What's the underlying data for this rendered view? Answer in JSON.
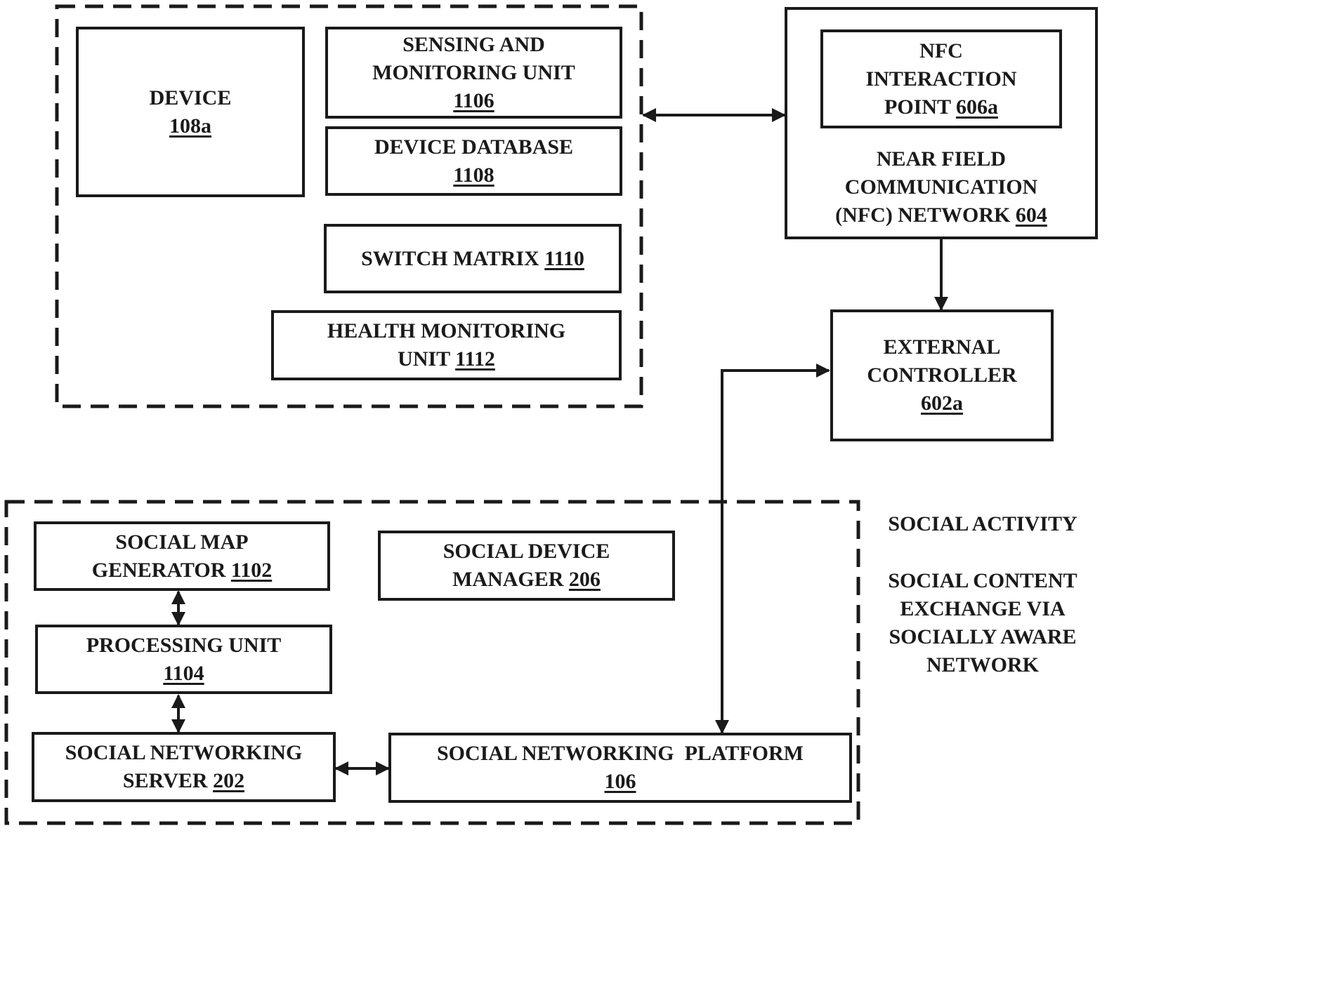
{
  "boxes": {
    "device": {
      "lines": [
        "DEVICE"
      ],
      "ref": "108a"
    },
    "sensing": {
      "lines": [
        "SENSING AND",
        "MONITORING UNIT"
      ],
      "ref": "1106"
    },
    "device_db": {
      "lines": [
        "DEVICE DATABASE"
      ],
      "ref": "1108"
    },
    "switch_matrix": {
      "text": "SWITCH MATRIX",
      "ref": "1110"
    },
    "health": {
      "lines": [
        "HEALTH MONITORING"
      ],
      "prefix": "UNIT",
      "ref": "1112"
    },
    "nfc_point": {
      "lines": [
        "NFC",
        "INTERACTION"
      ],
      "prefix": "POINT",
      "ref": "606a"
    },
    "nfc_network": {
      "lines": [
        "NEAR FIELD",
        "COMMUNICATION"
      ],
      "prefix": "(NFC) NETWORK",
      "ref": "604"
    },
    "external_controller": {
      "lines": [
        "EXTERNAL",
        "CONTROLLER"
      ],
      "ref": "602a"
    },
    "social_map": {
      "lines": [
        "SOCIAL MAP"
      ],
      "prefix": "GENERATOR",
      "ref": "1102"
    },
    "social_device_mgr": {
      "lines": [
        "SOCIAL DEVICE"
      ],
      "prefix": "MANAGER",
      "ref": "206"
    },
    "processing": {
      "lines": [
        "PROCESSING UNIT"
      ],
      "ref": "1104"
    },
    "sn_server": {
      "lines": [
        "SOCIAL NETWORKING"
      ],
      "prefix": "SERVER",
      "ref": "202"
    },
    "sn_platform": {
      "lines": [
        "SOCIAL NETWORKING  PLATFORM"
      ],
      "ref": "106"
    }
  },
  "side_labels": {
    "social_activity": "SOCIAL ACTIVITY",
    "social_content": [
      "SOCIAL CONTENT",
      "EXCHANGE VIA",
      "SOCIALLY AWARE",
      "NETWORK"
    ]
  },
  "colors": {
    "ink": "#1a1a1a",
    "background": "#ffffff"
  }
}
